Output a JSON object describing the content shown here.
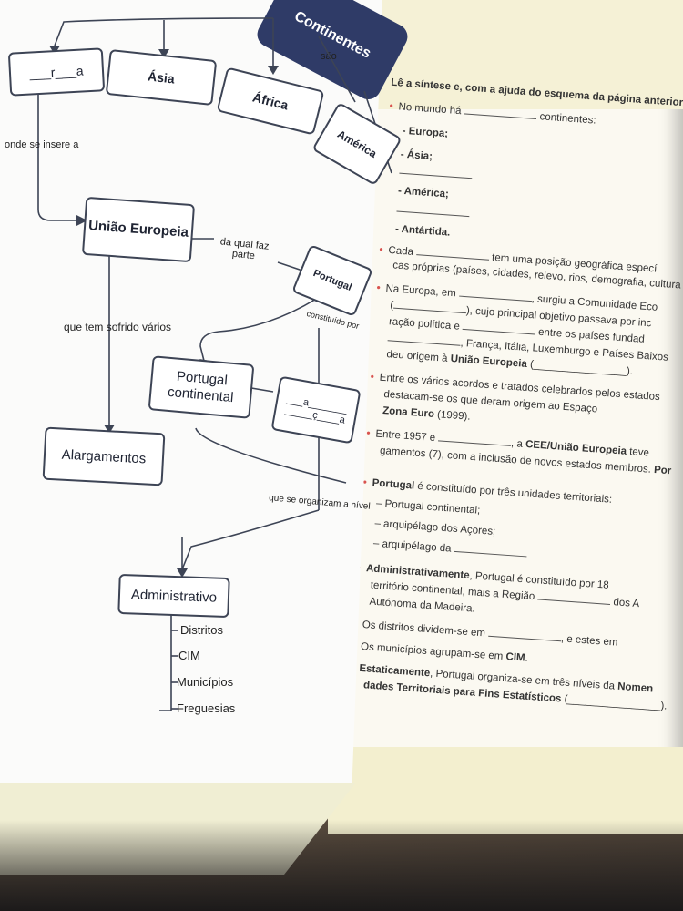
{
  "diagram": {
    "title": "Continentes",
    "sao": "são",
    "continents": [
      "___r___a",
      "Ásia",
      "África",
      "América"
    ],
    "onde_se_insere_a": "onde se insere a",
    "uniao_europeia": "União Europeia",
    "da_qual_faz_parte": "da qual faz parte",
    "portugal": "Portugal",
    "constituido_por": "constituído por",
    "que_tem_sofrido_varios": "que tem sofrido vários",
    "portugal_continental": "Portugal continental",
    "arquipelago_blank_1": "___a_______",
    "arquipelago_blank_2": "_____ç____a",
    "alargamentos": "Alargamentos",
    "que_se_organizam_a_nivel": "que se organizam a nível",
    "administrativo": "Administrativo",
    "admin_items": [
      "Distritos",
      "CIM",
      "Municípios",
      "Freguesias"
    ]
  },
  "right_page": {
    "intro": "Lê a síntese e, com a ajuda do esquema da página anterior, comp",
    "line_1a": "No mundo há",
    "line_1b": "continentes:",
    "europa": "- Europa;",
    "asia": "- Ásia;",
    "america": "- América;",
    "antartida": "- Antártida.",
    "cada_a": "Cada",
    "cada_b": "tem uma posição geográfica especí",
    "cada_c": "cas próprias (países, cidades, relevo, rios, demografia, cultura",
    "ne_a": "Na Europa, em",
    "ne_b": ", surgiu a Comunidade Eco",
    "ne_c": "(",
    "ne_d": "), cujo principal objetivo passava por inc",
    "ne_e": "ração política e",
    "ne_f": "entre os países fundad",
    "ne_g": ", França, Itália, Luxemburgo e Países Baixos",
    "ne_h": "deu origem à",
    "ne_h_bold": "União Europeia",
    "ne_h_end": "(________________).",
    "acordos_a": "Entre os vários acordos e tratados celebrados pelos estados",
    "acordos_b": "destacam-se os que deram origem ao Espaço",
    "acordos_c": "Zona Euro",
    "acordos_c_end": "(1999).",
    "entre_a": "Entre 1957 e",
    "entre_b": ", a",
    "entre_b_bold": "CEE/União Europeia",
    "entre_c": "teve",
    "entre_d": "gamentos (7), com a inclusão de novos estados membros.",
    "entre_d_bold": "Por",
    "pt_a_bold": "Portugal",
    "pt_a": "é constituído por três unidades territoriais:",
    "pt_b": "– Portugal continental;",
    "pt_c": "– arquipélago dos Açores;",
    "pt_d": "– arquipélago da",
    "adm_bold": "Administrativamente",
    "adm_a": ", Portugal é constituído por 18",
    "adm_b": "território continental, mais a Região",
    "adm_c": "dos A",
    "adm_d": "Autónoma da Madeira.",
    "dist_a": "Os distritos dividem-se em",
    "dist_b": ", e estes em",
    "mun_a": "Os municípios agrupam-se em",
    "mun_bold": "CIM",
    "est_bold": "Estaticamente",
    "est_a": ", Portugal organiza-se em três níveis da",
    "est_a_bold": "Nomen",
    "est_b_bold": "dades Territoriais para Fins Estatísticos",
    "est_b": "(________________)."
  }
}
